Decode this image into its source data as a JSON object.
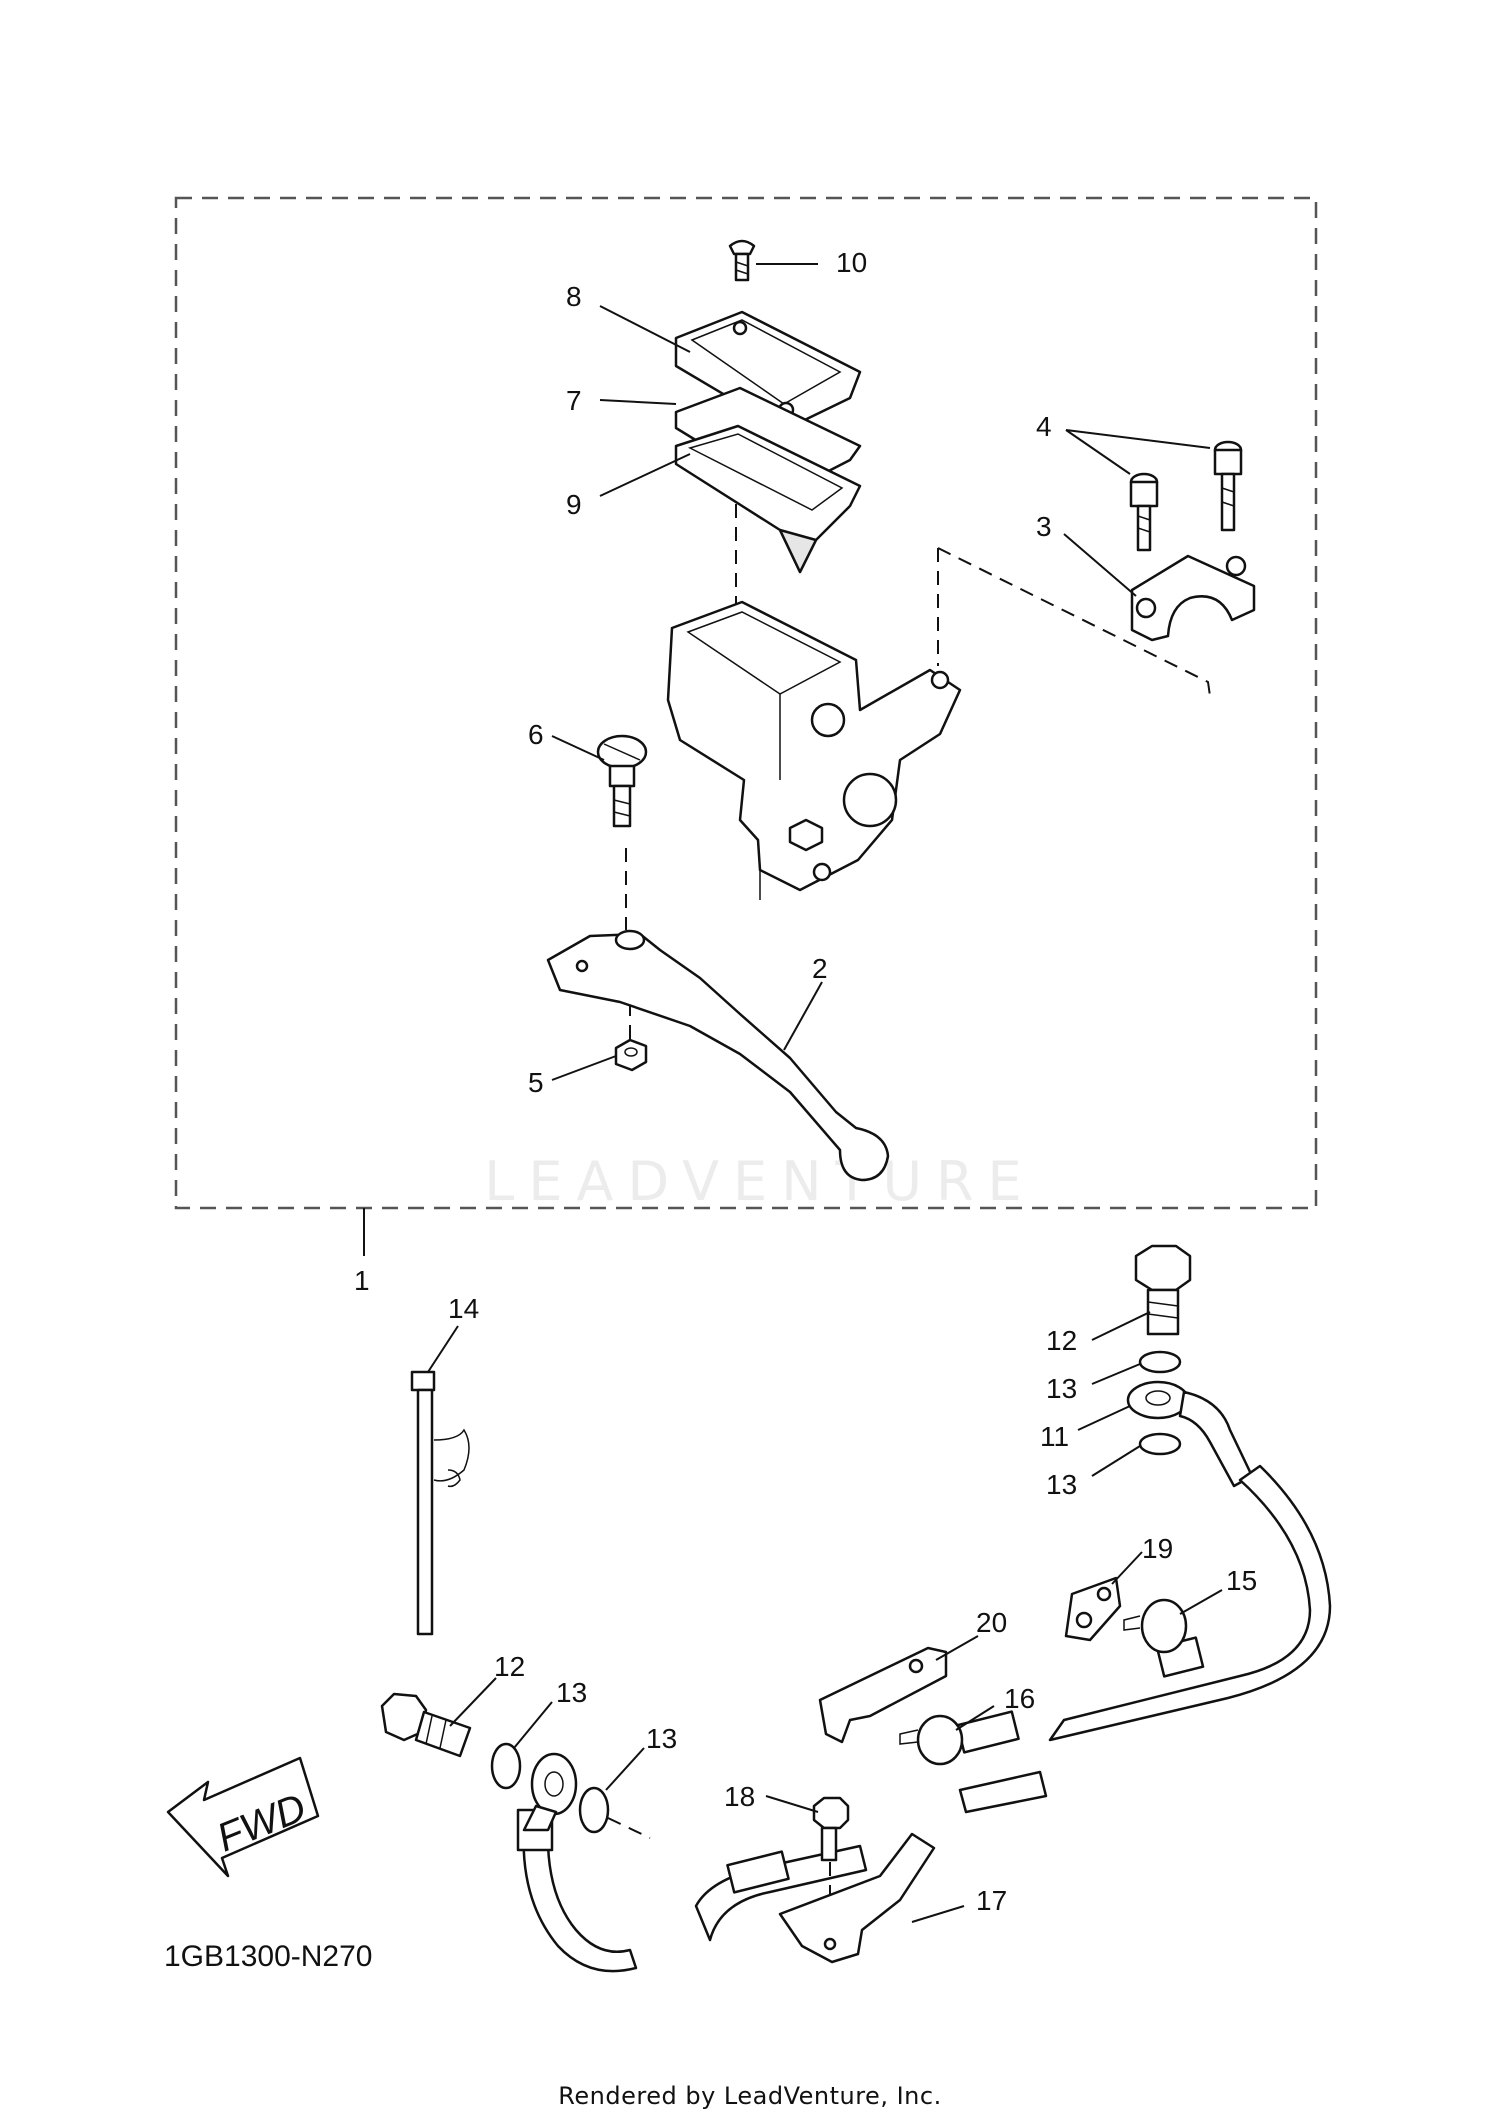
{
  "diagram_code": "1GB1300-N270",
  "footer": "Rendered by LeadVenture, Inc.",
  "watermark": "LEADVENTURE",
  "fwd_label": "FWD",
  "callouts": {
    "c1": "1",
    "c2": "2",
    "c3": "3",
    "c4": "4",
    "c5": "5",
    "c6": "6",
    "c7": "7",
    "c8": "8",
    "c9": "9",
    "c10": "10",
    "c11": "11",
    "c12a": "12",
    "c12b": "12",
    "c13a": "13",
    "c13b": "13",
    "c13c": "13",
    "c13d": "13",
    "c14": "14",
    "c15": "15",
    "c16": "16",
    "c17": "17",
    "c18": "18",
    "c19": "19",
    "c20": "20"
  }
}
